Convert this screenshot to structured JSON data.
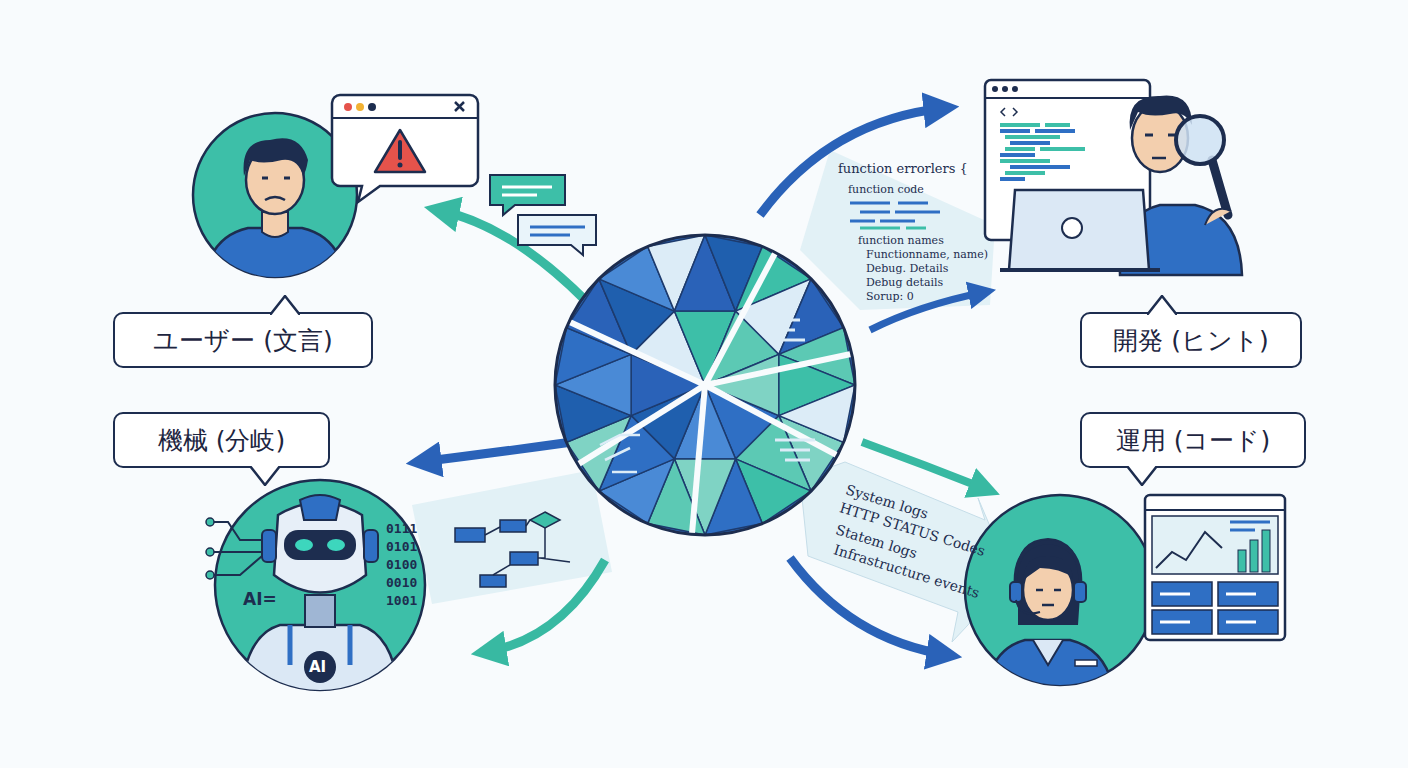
{
  "diagram": {
    "nodes": [
      {
        "text": [
          "ユーザー (文言)"
        ]
      },
      {
        "text": [
          "開発 (ヒント)"
        ]
      },
      {
        "text": [
          "機械 (分岐)"
        ]
      },
      {
        "text": [
          "運用 (コード)"
        ]
      }
    ],
    "labels": [
      "function errorlers {",
      "function code",
      "function names",
      "Functionname, name)",
      "Debug. Details",
      "Debug details",
      "Sorup: 0",
      "System logs",
      "HTTP STATUS Codes",
      "Statem logs",
      "Infrastructure events",
      "AI=",
      "0111",
      "0101",
      "0100",
      "0010",
      "1001",
      "AI"
    ]
  }
}
